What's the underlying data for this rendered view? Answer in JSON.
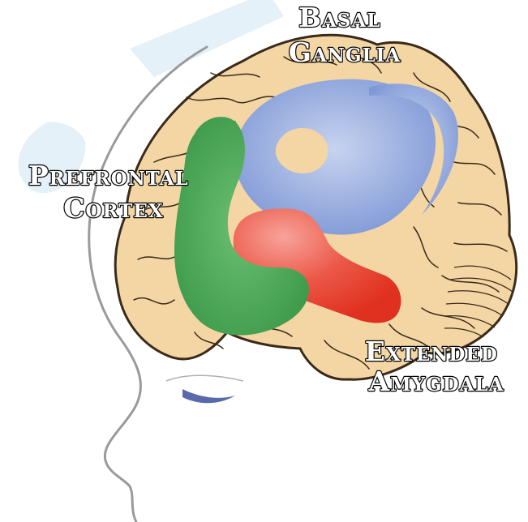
{
  "labels": {
    "basal_ganglia": [
      "Basal",
      "Ganglia"
    ],
    "prefrontal_cortex": [
      "Prefrontal",
      "Cortex"
    ],
    "extended_amygdala": [
      "Extended",
      "Amygdala"
    ]
  },
  "colors": {
    "brain_fill": "#f3d6a4",
    "brain_outline": "#3a2a1a",
    "basal_ganglia": "#8fa6dc",
    "prefrontal_cortex": "#4fa65a",
    "extended_amygdala": "#e8463e",
    "head_outline": "#9a9a9a",
    "watermark": "#cfe5f2"
  }
}
